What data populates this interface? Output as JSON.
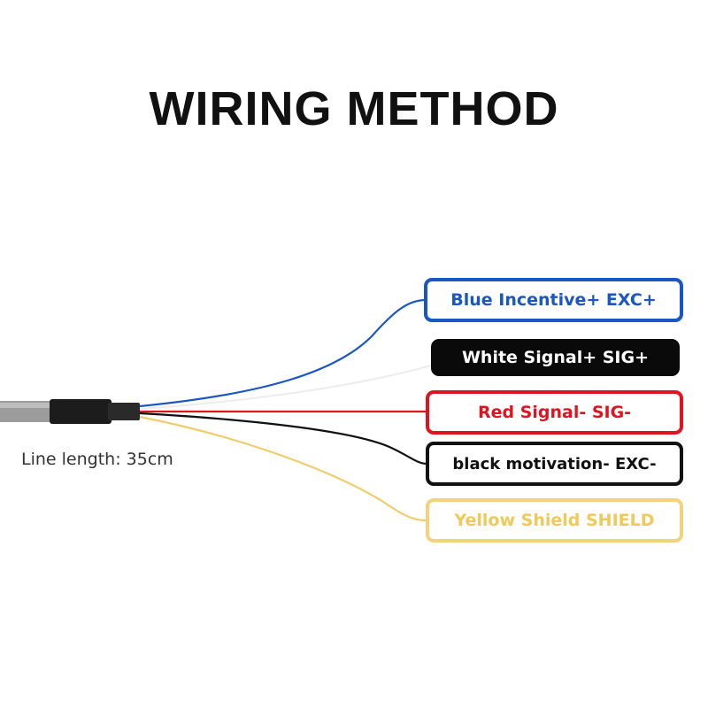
{
  "title": "WIRING METHOD",
  "cable_note": "Line length: 35cm",
  "wires": [
    {
      "color_name": "blue",
      "color": "#1a56c4",
      "label": "Blue Incentive+ EXC+"
    },
    {
      "color_name": "white",
      "color": "#e8e8e8",
      "label": "White Signal+  SIG+"
    },
    {
      "color_name": "red",
      "color": "#e0141e",
      "label": "Red Signal-  SIG-"
    },
    {
      "color_name": "black",
      "color": "#111111",
      "label": "black motivation- EXC-"
    },
    {
      "color_name": "yellow",
      "color": "#f3d27c",
      "label": "Yellow Shield  SHIELD"
    }
  ]
}
